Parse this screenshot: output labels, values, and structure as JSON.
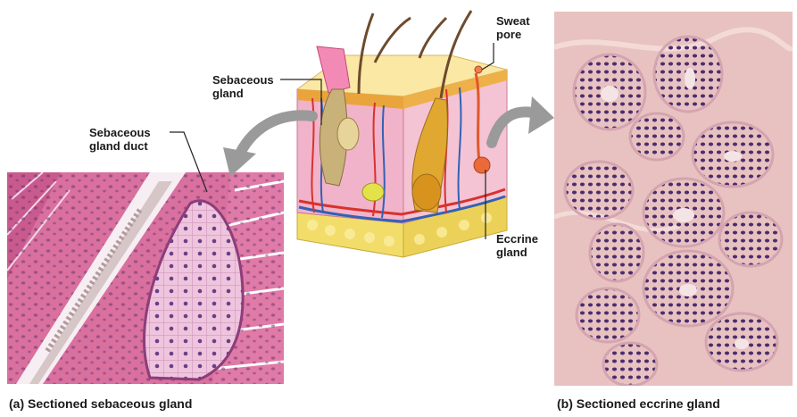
{
  "labels": {
    "sweat_pore": "Sweat\npore",
    "sebaceous_gland": "Sebaceous\ngland",
    "sebaceous_gland_duct": "Sebaceous\ngland duct",
    "eccrine_gland": "Eccrine\ngland"
  },
  "captions": {
    "a": "(a)  Sectioned sebaceous gland",
    "b": "(b)  Sectioned eccrine gland"
  },
  "colors": {
    "arrow": "#9a9a9a",
    "pink_tissue": "#d9709e",
    "eccrine_tissue": "#e8c2c0",
    "nuclei": "#4b2d6e"
  }
}
